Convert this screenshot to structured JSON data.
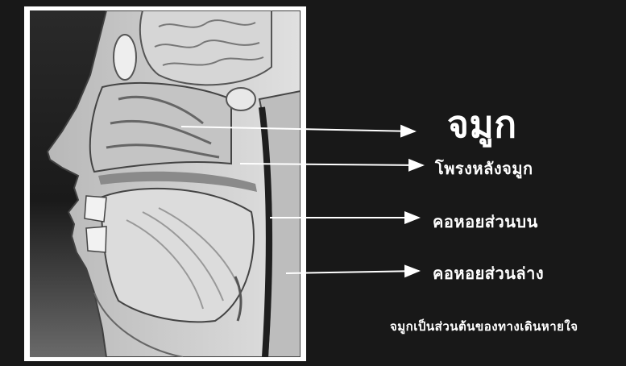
{
  "labels": {
    "nose": "จมูก",
    "nasopharynx": "โพรงหลังจมูก",
    "oropharynx": "คอหอยส่วนบน",
    "hypopharynx": "คอหอยส่วนล่าง"
  },
  "caption": "จมูกเป็นส่วนต้นของทางเดินหายใจ",
  "colors": {
    "background": "#181818",
    "frame": "#ffffff",
    "arrow": "#ffffff",
    "text": "#ffffff"
  }
}
